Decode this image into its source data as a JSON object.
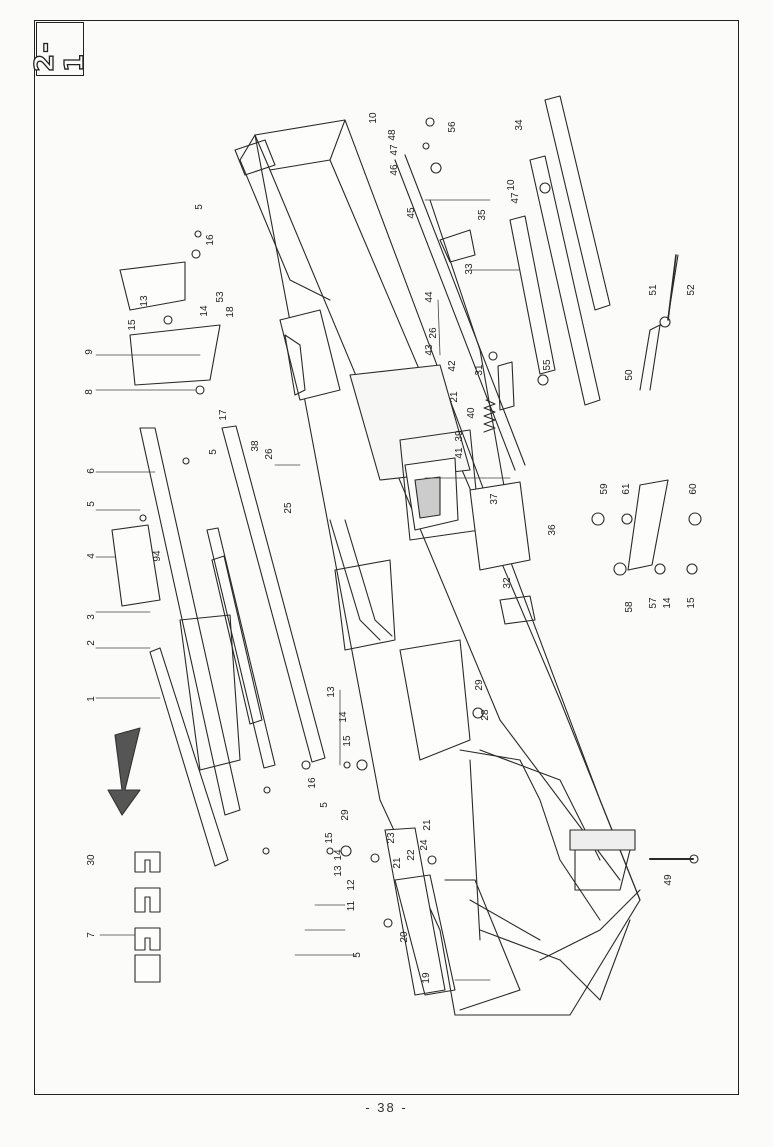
{
  "section_tag": "2-1",
  "page_number": "- 38 -",
  "part_labels": [
    "10",
    "48",
    "47",
    "56",
    "34",
    "46",
    "10",
    "47",
    "5",
    "45",
    "16",
    "35",
    "33",
    "53",
    "13",
    "15",
    "14",
    "18",
    "9",
    "8",
    "26",
    "43",
    "44",
    "42",
    "31",
    "55",
    "21",
    "40",
    "39",
    "41",
    "17",
    "38",
    "26",
    "25",
    "5",
    "6",
    "5",
    "4",
    "94",
    "37",
    "36",
    "32",
    "59",
    "61",
    "60",
    "3",
    "58",
    "57",
    "14",
    "15",
    "51",
    "52",
    "50",
    "2",
    "1",
    "29",
    "28",
    "13",
    "14",
    "15",
    "16",
    "5",
    "29",
    "23",
    "21",
    "24",
    "22",
    "21",
    "15",
    "14",
    "13",
    "12",
    "11",
    "5",
    "20",
    "19",
    "49",
    "30",
    "7"
  ]
}
